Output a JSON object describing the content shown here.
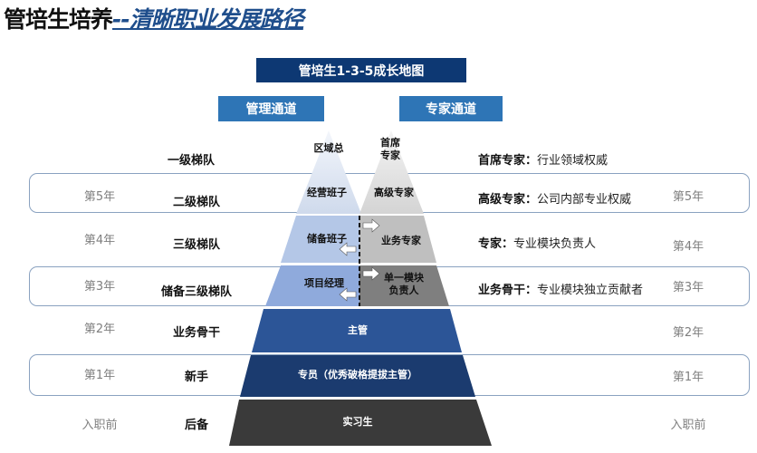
{
  "title": {
    "main": "管培生培养",
    "sub": "--清晰职业发展路径"
  },
  "banner": "管培生1-3-5成长地图",
  "channels": {
    "management": "管理通道",
    "expert": "专家通道"
  },
  "rows": [
    {
      "year_left": "",
      "tier": "一级梯队",
      "desc_bold": "首席专家：",
      "desc": "行业领域权威",
      "year_right": "",
      "boxed": false
    },
    {
      "year_left": "第5年",
      "tier": "二级梯队",
      "desc_bold": "高级专家：",
      "desc": "公司内部专业权威",
      "year_right": "第5年",
      "boxed": true
    },
    {
      "year_left": "第4年",
      "tier": "三级梯队",
      "desc_bold": "专家：",
      "desc": "专业模块负责人",
      "year_right": "第4年",
      "boxed": false
    },
    {
      "year_left": "第3年",
      "tier": "储备三级梯队",
      "desc_bold": "业务骨干：",
      "desc": "专业模块独立贡献者",
      "year_right": "第3年",
      "boxed": true
    },
    {
      "year_left": "第2年",
      "tier": "业务骨干",
      "desc_bold": "",
      "desc": "",
      "year_right": "第2年",
      "boxed": false
    },
    {
      "year_left": "第1年",
      "tier": "新手",
      "desc_bold": "",
      "desc": "",
      "year_right": "第1年",
      "boxed": true
    },
    {
      "year_left": "入职前",
      "tier": "后备",
      "desc_bold": "",
      "desc": "",
      "year_right": "入职前",
      "boxed": false
    }
  ],
  "pyramid": {
    "management": [
      "区域总",
      "经营班子",
      "储备班子",
      "项目经理"
    ],
    "expert": [
      "首席",
      "专家",
      "高级专家",
      "业务专家",
      "单一模块",
      "负责人"
    ],
    "base": [
      "主管",
      "专员（优秀破格提拔主管）",
      "实习生"
    ]
  },
  "colors": {
    "banner": "#0d3873",
    "channel": "#2e75b6",
    "supervisor": "#2c5597",
    "specialist": "#1b3b6f",
    "intern": "#3a3a3a",
    "expert_dark": "#7f7f7f",
    "expert_mid": "#bfbfbf"
  }
}
